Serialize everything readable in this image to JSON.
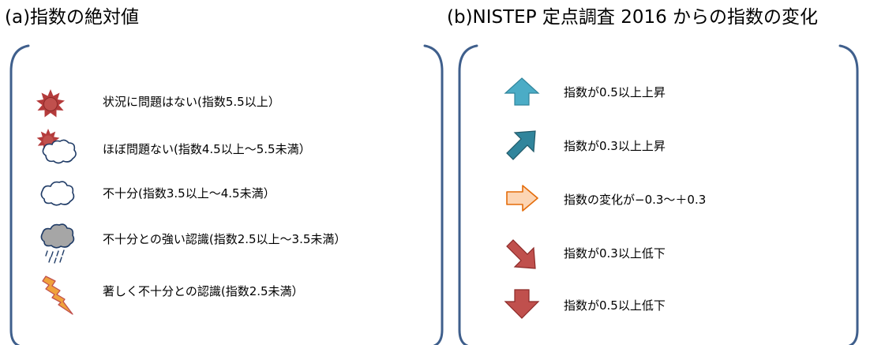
{
  "panel_a": {
    "title": "(a)指数の絶対値",
    "items": [
      {
        "icon": "sun-icon",
        "label": "状況に問題はない(指数5.5以上）"
      },
      {
        "icon": "sun-behind-cloud-icon",
        "label": "ほぼ問題ない(指数4.5以上～5.5未満）"
      },
      {
        "icon": "cloud-icon",
        "label": "不十分(指数3.5以上～4.5未満）"
      },
      {
        "icon": "rain-cloud-icon",
        "label": "不十分との強い認識(指数2.5以上～3.5未満）"
      },
      {
        "icon": "lightning-icon",
        "label": "著しく不十分との認識(指数2.5未満）"
      }
    ]
  },
  "panel_b": {
    "title": "(b)NISTEP 定点調査 2016 からの指数の変化",
    "items": [
      {
        "icon": "arrow-up-icon",
        "label": "指数が0.5以上上昇"
      },
      {
        "icon": "arrow-up-right-icon",
        "label": "指数が0.3以上上昇"
      },
      {
        "icon": "arrow-right-icon",
        "label": "指数の変化が−0.3～＋0.3"
      },
      {
        "icon": "arrow-down-right-icon",
        "label": "指数が0.3以上低下"
      },
      {
        "icon": "arrow-down-icon",
        "label": "指数が0.5以上低下"
      }
    ]
  },
  "colors": {
    "bracket": "#3f5f8c",
    "sun_fill": "#b43b3b",
    "sun_core": "#c0504d",
    "cloud_stroke": "#1f3b66",
    "rain_cloud_fill": "#a6a6a6",
    "lightning_fill": "#f0a23c",
    "arrow_up": "#4bacc6",
    "arrow_up_right": "#31859c",
    "arrow_right_fill": "#fcd5b4",
    "arrow_right_stroke": "#e46c0a",
    "arrow_down": "#c0504d"
  }
}
